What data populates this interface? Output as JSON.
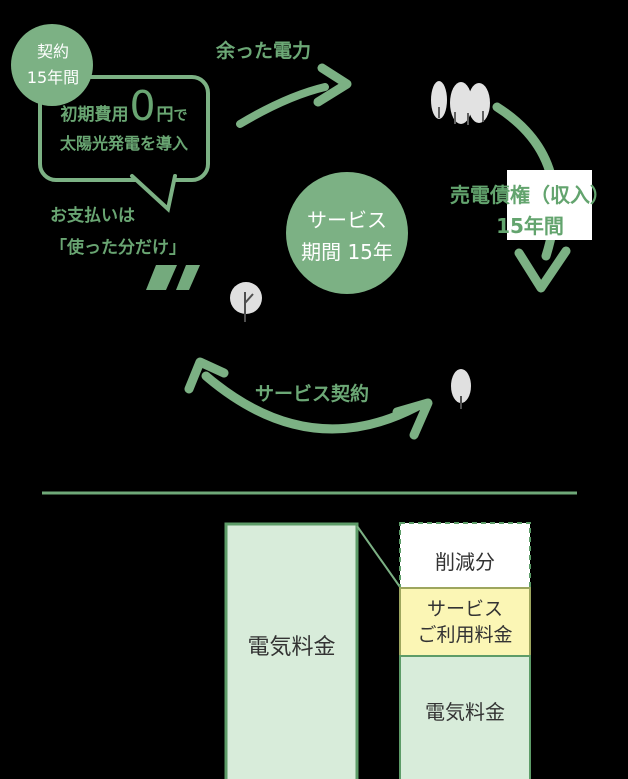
{
  "colors": {
    "background": "#000000",
    "accent_green": "#7cb184",
    "text_green": "#69a572",
    "bar_fill_green": "#d8ecda",
    "bar_border_green": "#5d9c68",
    "service_fee_yellow": "#fbf6b5",
    "service_fee_border": "#9da65e",
    "tree_gray": "#e2e2e2",
    "dark_text": "#333333"
  },
  "contract_badge": {
    "line1": "契約",
    "line2": "15年間"
  },
  "speech_bubble": {
    "prefix": "初期費用",
    "zero": "0",
    "yen": "円",
    "suffix": "で",
    "line2": "太陽光発電を導入"
  },
  "payment_note": {
    "line1": "お支払いは",
    "line2": "「使った分だけ」"
  },
  "cycle": {
    "surplus_power": "余った電力",
    "sale_credit_line1": "売電債権（収入）",
    "sale_credit_line2": "15年間",
    "service_contract": "サービス契約",
    "center_circle_line1": "サービス",
    "center_circle_line2": "期間 15年"
  },
  "comparison_chart": {
    "left_bar_label": "電気料金",
    "right_bar": {
      "reduction_label": "削減分",
      "service_fee_line1": "サービス",
      "service_fee_line2": "ご利用料金",
      "electricity_label": "電気料金"
    }
  }
}
